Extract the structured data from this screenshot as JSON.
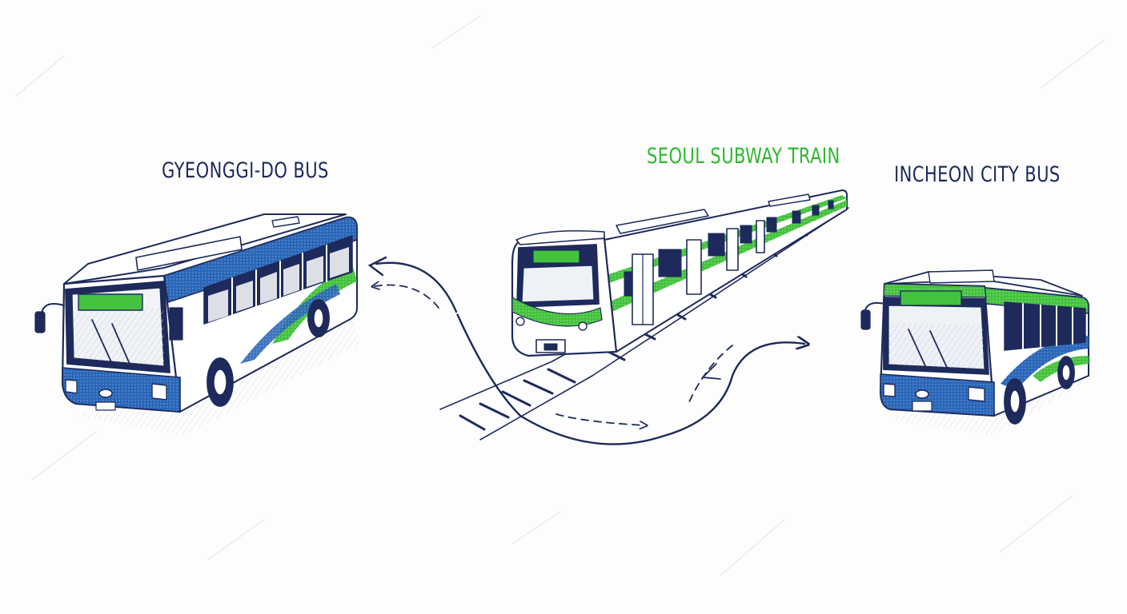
{
  "labels": {
    "gyeonggi_bus": "GYEONGGI-DO BUS",
    "seoul_subway": "SEOUL SUBWAY TRAIN",
    "incheon_bus": "INCHEON CITY BUS"
  },
  "colors": {
    "navy": "#1d2a5b",
    "green": "#2fb82f",
    "blue": "#2a66b8",
    "background": "#fdfdfd"
  },
  "icons": [
    "gyeonggi-bus-icon",
    "subway-train-icon",
    "incheon-bus-icon",
    "transfer-arrow-icon"
  ]
}
